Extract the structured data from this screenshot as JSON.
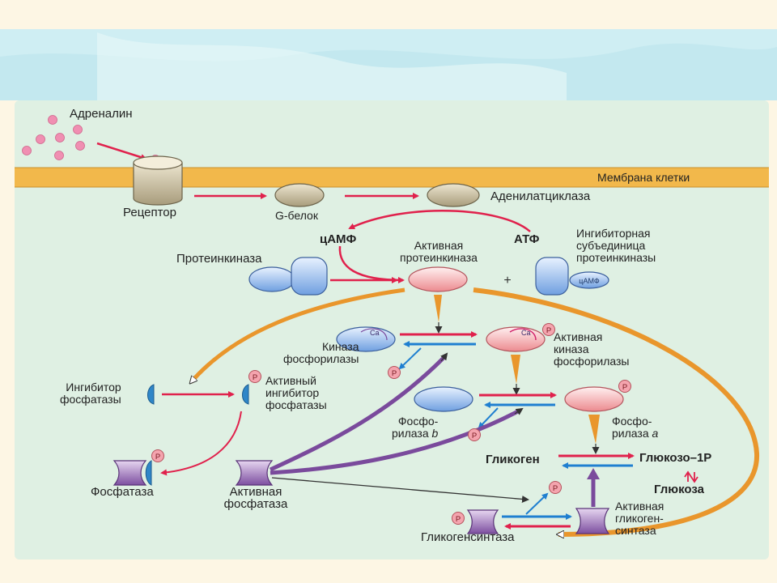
{
  "colors": {
    "page_top": "#fdf6e4",
    "sky": "#cfeef3",
    "panel": "#dff0e3",
    "membrane": "#f2b84b",
    "activation": "#e0214c",
    "deactivation": "#1f7fd0",
    "feedback": "#e9962c",
    "phosphatase": "#7a4a9c",
    "phosphate": "#f4a4ae"
  },
  "labels": {
    "adrenaline": "Адреналин",
    "membrane": "Мембрана клетки",
    "receptor": "Рецептор",
    "g_protein": "G-белок",
    "adenylate_cyclase": "Аденилатциклаза",
    "camp": "цАМФ",
    "atp": "АТФ",
    "protein_kinase": "Протеинкиназа",
    "active_pk": "Активная\nпротеинкиназа",
    "inhibitory_subunit": "Ингибиторная\nсубъединица\nпротеинкиназы",
    "camp_tag": "цАМФ",
    "plus": "+",
    "phosphorylase_kinase": "Киназа\nфосфорилазы",
    "active_phosphorylase_kinase": "Активная\nкиназа\nфосфорилазы",
    "phosphatase_inhibitor": "Ингибитор\nфосфатазы",
    "active_inhibitor": "Активный\nингибитор\nфосфатазы",
    "phosphorylase_b_1": "Фосфо-",
    "phosphorylase_b_2": "рилаза ",
    "phosphorylase_b_letter": "b",
    "phosphorylase_a_1": "Фосфо-",
    "phosphorylase_a_2": "рилаза ",
    "phosphorylase_a_letter": "a",
    "glycogen": "Гликоген",
    "glucose_1p": "Глюкозо–1Р",
    "glucose": "Глюкоза",
    "phosphatase": "Фосфатаза",
    "active_phosphatase": "Активная\nфосфатаза",
    "glycogen_synthase": "Гликогенсинтаза",
    "active_glycogen_synthase": "Активная\nгликоген-\nсинтаза",
    "ca": "Ca",
    "p": "P"
  }
}
